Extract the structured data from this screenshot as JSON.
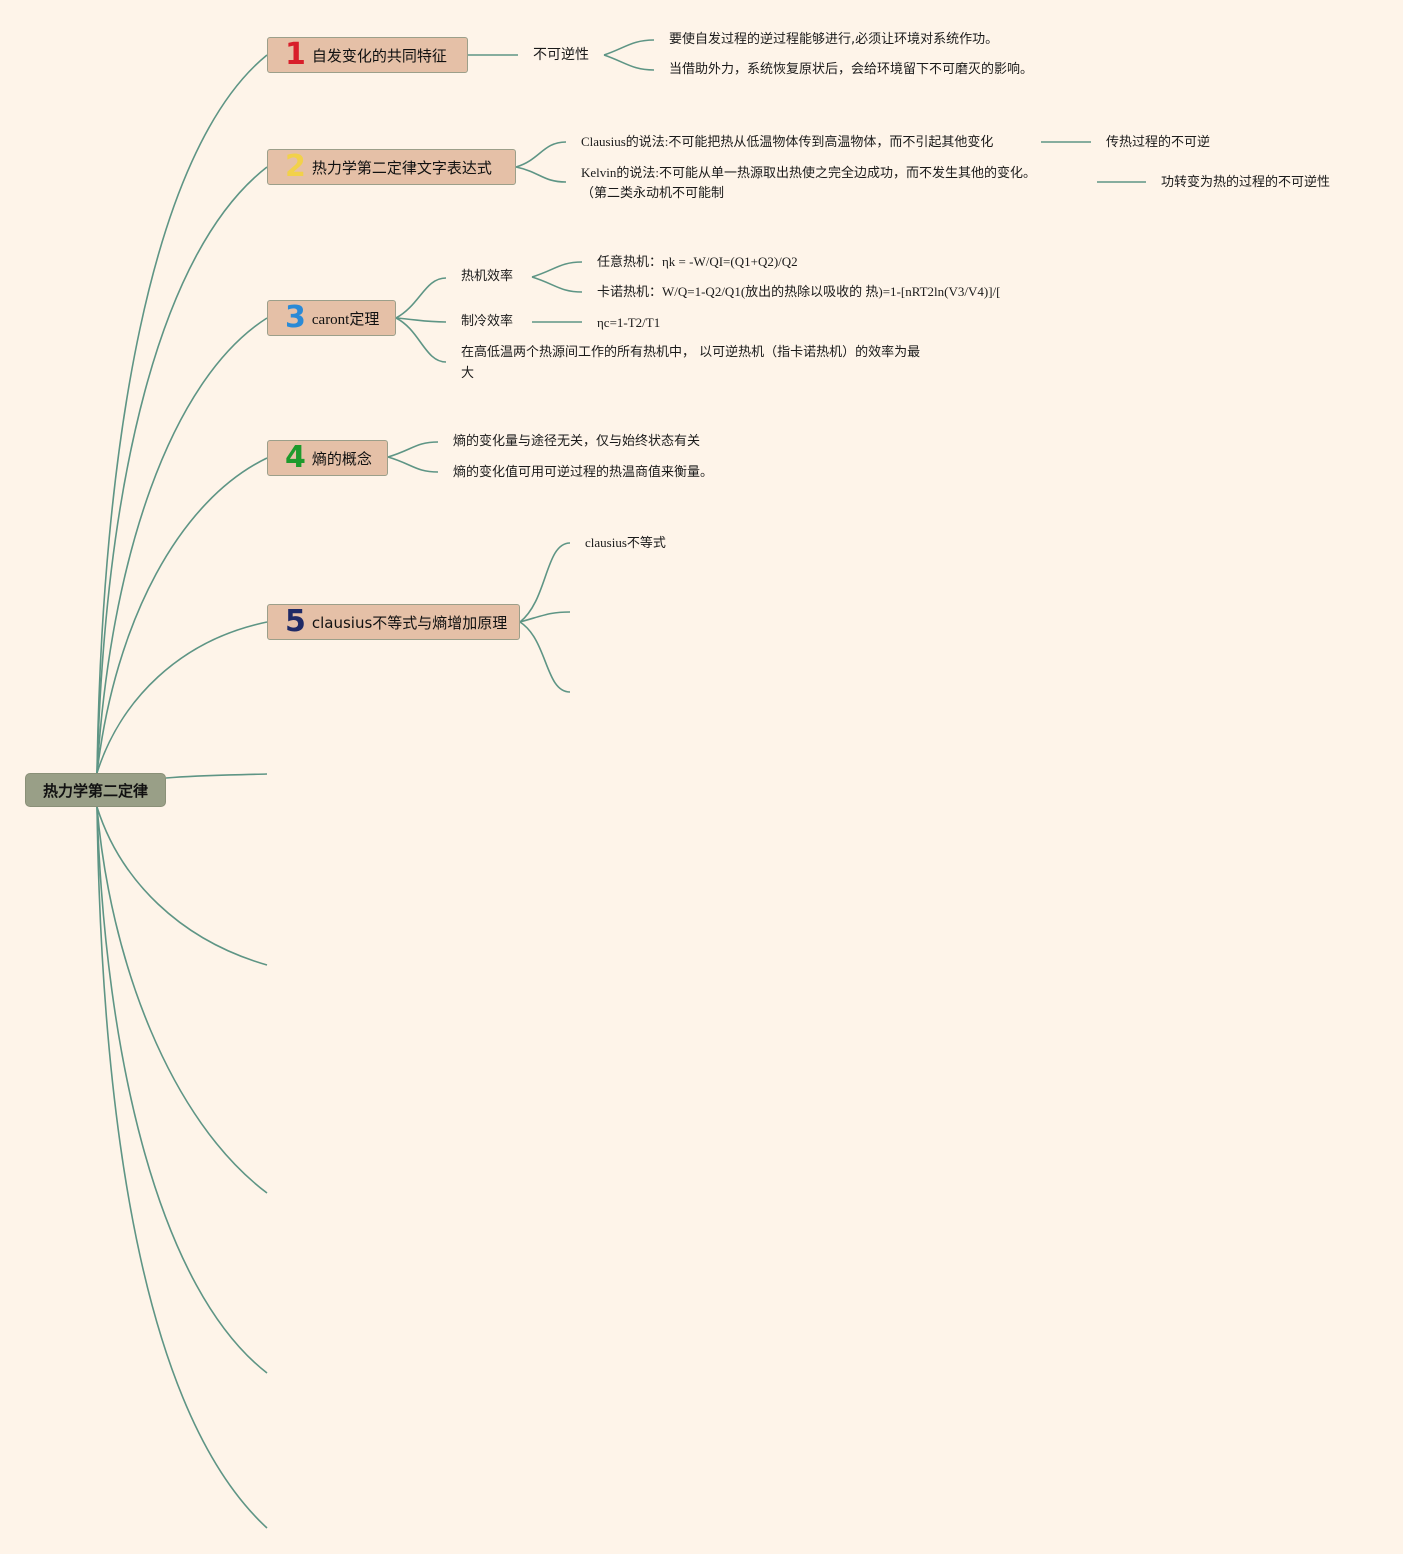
{
  "colors": {
    "background": "#fef4e9",
    "connector": "#5e9585",
    "root_fill": "#999f87",
    "topic_fill": "#e5c0a7",
    "num1": "#d81e2a",
    "num2": "#f2d14a",
    "num3": "#2a8ad6",
    "num4": "#1d9a2c",
    "num5": "#1f2a66"
  },
  "root": {
    "label": "热力学第二定律"
  },
  "topics": [
    {
      "number": "1",
      "label": "自发变化的共同特征",
      "children": [
        {
          "label": "不可逆性",
          "children": [
            "要使自发过程的逆过程能够进行,必须让环境对系统作功。",
            "当借助外力，系统恢复原状后，会给环境留下不可磨灭的影响。"
          ]
        }
      ]
    },
    {
      "number": "2",
      "label": "热力学第二定律文字表达式",
      "children": [
        {
          "label": "Clausius的说法:不可能把热从低温物体传到高温物体，而不引起其他变化",
          "child": "传热过程的不可逆"
        },
        {
          "label_line1": "Kelvin的说法:不可能从单一热源取出热使之完全边成功，而不发生其他的变化。",
          "label_line2": "（第二类永动机不可能制",
          "child": "功转变为热的过程的不可逆性"
        }
      ]
    },
    {
      "number": "3",
      "label": "caront定理",
      "children": [
        {
          "label": "热机效率",
          "children": [
            "任意热机：ηk = -W/QI=(Q1+Q2)/Q2",
            "卡诺热机：W/Q=1-Q2/Q1(放出的热除以吸收的 热)=1-[nRT2ln(V3/V4)]/["
          ]
        },
        {
          "label": "制冷效率",
          "child": "ηc=1-T2/T1"
        },
        {
          "label_line1": "在高低温两个热源间工作的所有热机中， 以可逆热机（指卡诺热机）的效率为最",
          "label_line2": "大"
        }
      ]
    },
    {
      "number": "4",
      "label": "熵的概念",
      "children": [
        "熵的变化量与途径无关，仅与始终状态有关",
        "熵的变化值可用可逆过程的热温商值来衡量。"
      ]
    },
    {
      "number": "5",
      "label": "clausius不等式与熵增加原理",
      "children": [
        "clausius不等式"
      ]
    }
  ]
}
